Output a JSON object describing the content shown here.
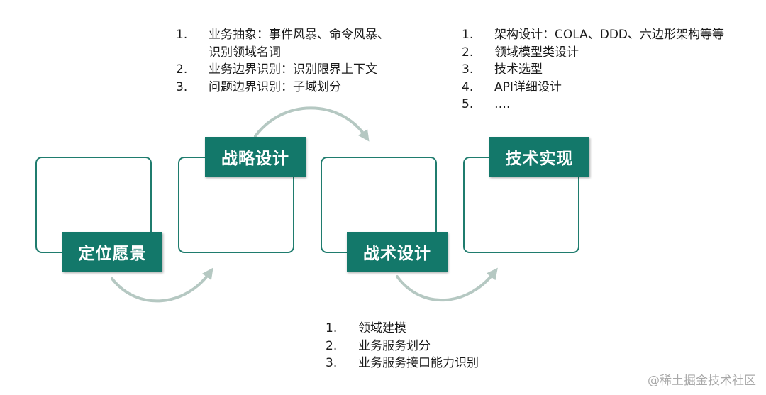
{
  "stages": [
    {
      "id": "vision",
      "label": "定位愿景"
    },
    {
      "id": "strategy",
      "label": "战略设计"
    },
    {
      "id": "tactics",
      "label": "战术设计"
    },
    {
      "id": "tech",
      "label": "技术实现"
    }
  ],
  "notes": {
    "strategy": [
      {
        "num": "1.",
        "text": "业务抽象：事件风暴、命令风暴、"
      },
      {
        "num": "",
        "text": "识别领域名词"
      },
      {
        "num": "2.",
        "text": "业务边界识别：识别限界上下文"
      },
      {
        "num": "3.",
        "text": "问题边界识别：子域划分"
      }
    ],
    "tech": [
      {
        "num": "1.",
        "text": "架构设计：COLA、DDD、六边形架构等等"
      },
      {
        "num": "2.",
        "text": "领域模型类设计"
      },
      {
        "num": "3.",
        "text": "技术选型"
      },
      {
        "num": "4.",
        "text": "API详细设计"
      },
      {
        "num": "5.",
        "text": "…."
      }
    ],
    "tactics": [
      {
        "num": "1.",
        "text": "领域建模"
      },
      {
        "num": "2.",
        "text": "业务服务划分"
      },
      {
        "num": "3.",
        "text": "业务服务接口能力识别"
      }
    ]
  },
  "watermark": "@稀土掘金技术社区",
  "colors": {
    "label_fill": "#13786a",
    "box_border": "#1f7c6e",
    "arrow": "#b5c8c2",
    "text": "#1a1a1a"
  }
}
